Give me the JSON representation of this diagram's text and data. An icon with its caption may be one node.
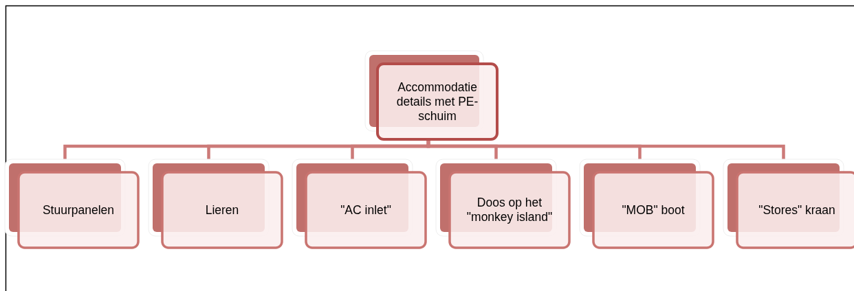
{
  "diagram": {
    "nodes": [
      {
        "text": [
          "Accommodatie details met PE-schuim"
        ]
      },
      {
        "text": [
          "Stuurpanelen"
        ]
      },
      {
        "text": [
          "Lieren"
        ]
      },
      {
        "text": [
          "\"AC inlet\""
        ]
      },
      {
        "text": [
          "Doos op het \"monkey island\""
        ]
      },
      {
        "text": [
          "\"MOB\" boot"
        ]
      },
      {
        "text": [
          "\"Stores\" kraan"
        ]
      }
    ],
    "edges": [
      {
        "from": 0,
        "to": 1,
        "arrow": "none"
      },
      {
        "from": 0,
        "to": 2,
        "arrow": "none"
      },
      {
        "from": 0,
        "to": 3,
        "arrow": "none"
      },
      {
        "from": 0,
        "to": 4,
        "arrow": "none"
      },
      {
        "from": 0,
        "to": 5,
        "arrow": "none"
      },
      {
        "from": 0,
        "to": 6,
        "arrow": "none"
      }
    ]
  }
}
